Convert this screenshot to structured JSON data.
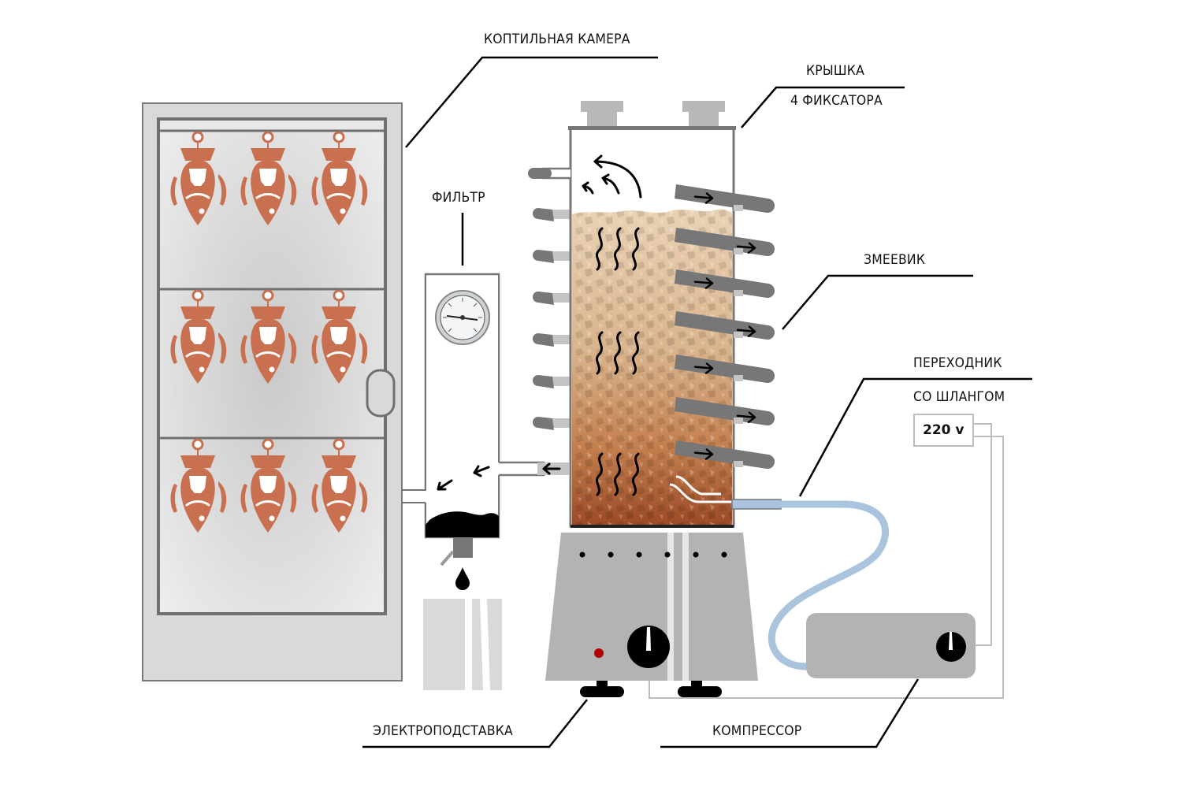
{
  "diagram": {
    "title": "Схема дымогенератора холодного копчения",
    "colors": {
      "fish": "#c8704f",
      "chamber_frame": "#d9d9d9",
      "chamber_border": "#7a7a7a",
      "metal": "#b3b3b3",
      "pipe": "#777777",
      "hose": "#a9c4dc",
      "charcoal": "#000000",
      "indicator_red": "#b00000",
      "wood_light": "#e5c39f",
      "wood_dark": "#a9552c"
    },
    "labels": {
      "smoke_chamber": "КОПТИЛЬНАЯ КАМЕРА",
      "lid": "КРЫШКА",
      "lid_locks": "4 ФИКСАТОРА",
      "filter": "ФИЛЬТР",
      "coil": "ЗМЕЕВИК",
      "adapter": "ПЕРЕХОДНИК",
      "adapter_hose": "СО ШЛАНГОМ",
      "voltage": "220 v",
      "electric_stand": "ЭЛЕКТРОПОДСТАВКА",
      "compressor": "КОМПРЕССОР"
    },
    "components": {
      "smoke_chamber": {
        "shelves": 3,
        "fish_per_shelf": 3,
        "icon": "fish-icon"
      },
      "filter": {
        "gauge_icon": "thermometer-gauge-icon",
        "drip_icon": "drop-icon"
      },
      "generator": {
        "left_fins": 7,
        "right_coil_turns": 7,
        "lid_locks_visible": 2
      },
      "electric_stand": {
        "vent_dots": 6,
        "knob_icon": "knob-icon",
        "indicator": "power-led"
      },
      "compressor": {
        "knob_icon": "knob-icon"
      }
    }
  }
}
